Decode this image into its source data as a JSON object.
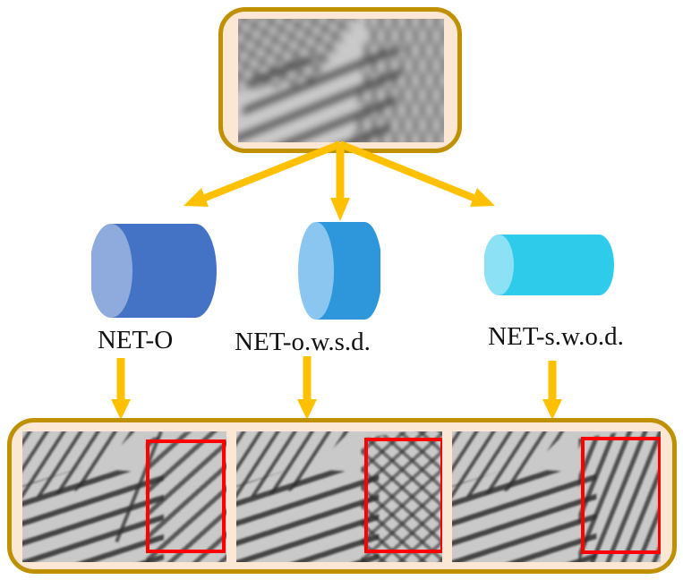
{
  "figure": {
    "branches": [
      {
        "label": "NET-O",
        "cylinder_color": "#4472C4",
        "cylinder_cap_color": "#8FAADC"
      },
      {
        "label": "NET-o.w.s.d.",
        "cylinder_color": "#2E97DC",
        "cylinder_cap_color": "#8AC6F0"
      },
      {
        "label": "NET-s.w.o.d.",
        "cylinder_color": "#2FCBEA",
        "cylinder_cap_color": "#8CE1F4"
      }
    ],
    "colors": {
      "box_border": "#BF9000",
      "box_fill": "#FCE6D4",
      "arrow": "#FFC000",
      "highlight_rect": "#FF0000",
      "photo_bg": "#C9C9C9"
    }
  }
}
